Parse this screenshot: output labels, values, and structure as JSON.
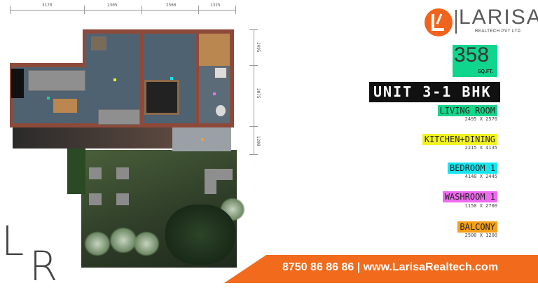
{
  "dimensions": {
    "top": [
      "3170",
      "2305",
      "2560",
      "1325"
    ],
    "side": [
      "1495",
      "2075",
      "1200"
    ]
  },
  "brand": {
    "name": "LARISA",
    "sub": "REALTECH PVT LTD",
    "logo_colors": {
      "orange": "#f0641e",
      "grey": "#5a5a5a"
    }
  },
  "area": {
    "value": "358",
    "unit": "SQ.FT."
  },
  "unit_title": "UNIT 3-1 BHK",
  "rooms": [
    {
      "name": "LIVING ROOM",
      "size": "2495 X 2570",
      "color": "#16d68b"
    },
    {
      "name": "KITCHEN+DINING",
      "size": "2215 X 4135",
      "color": "#f3f322"
    },
    {
      "name": "BEDROOM 1",
      "size": "4140 X 2445",
      "color": "#15e6ee"
    },
    {
      "name": "WASHROOM 1",
      "size": "1150 X 2700",
      "color": "#f06af0"
    },
    {
      "name": "BALCONY",
      "size": "2500 X 1200",
      "color": "#f6a019"
    }
  ],
  "cta": {
    "text": "8750 86 86 86 | www.LarisaRealtech.com",
    "color": "#f26a1b"
  },
  "watermark": {
    "l": "L",
    "r": "R"
  }
}
